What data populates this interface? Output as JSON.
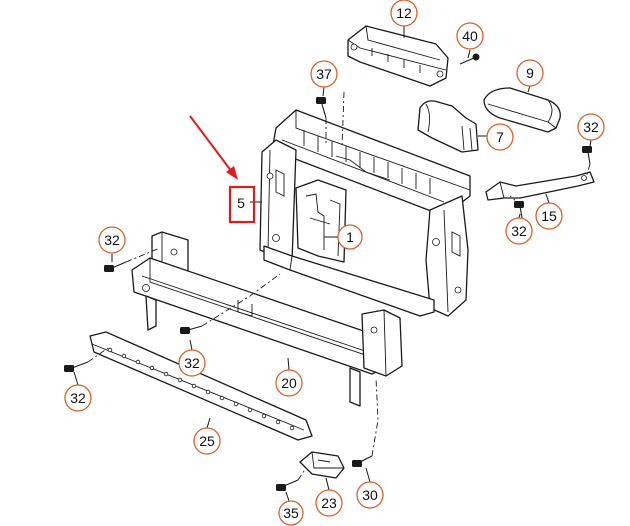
{
  "callouts": {
    "c1": "1",
    "c5": "5",
    "c7": "7",
    "c9": "9",
    "c12": "12",
    "c15": "15",
    "c20": "20",
    "c23": "23",
    "c25": "25",
    "c30": "30",
    "c32a": "32",
    "c32b": "32",
    "c32c": "32",
    "c32d": "32",
    "c32e": "32",
    "c35": "35",
    "c37": "37",
    "c40": "40"
  },
  "colors": {
    "callout_outline": "#d9622b",
    "highlight": "#e01b1b",
    "line_art": "#1a1a1a"
  }
}
